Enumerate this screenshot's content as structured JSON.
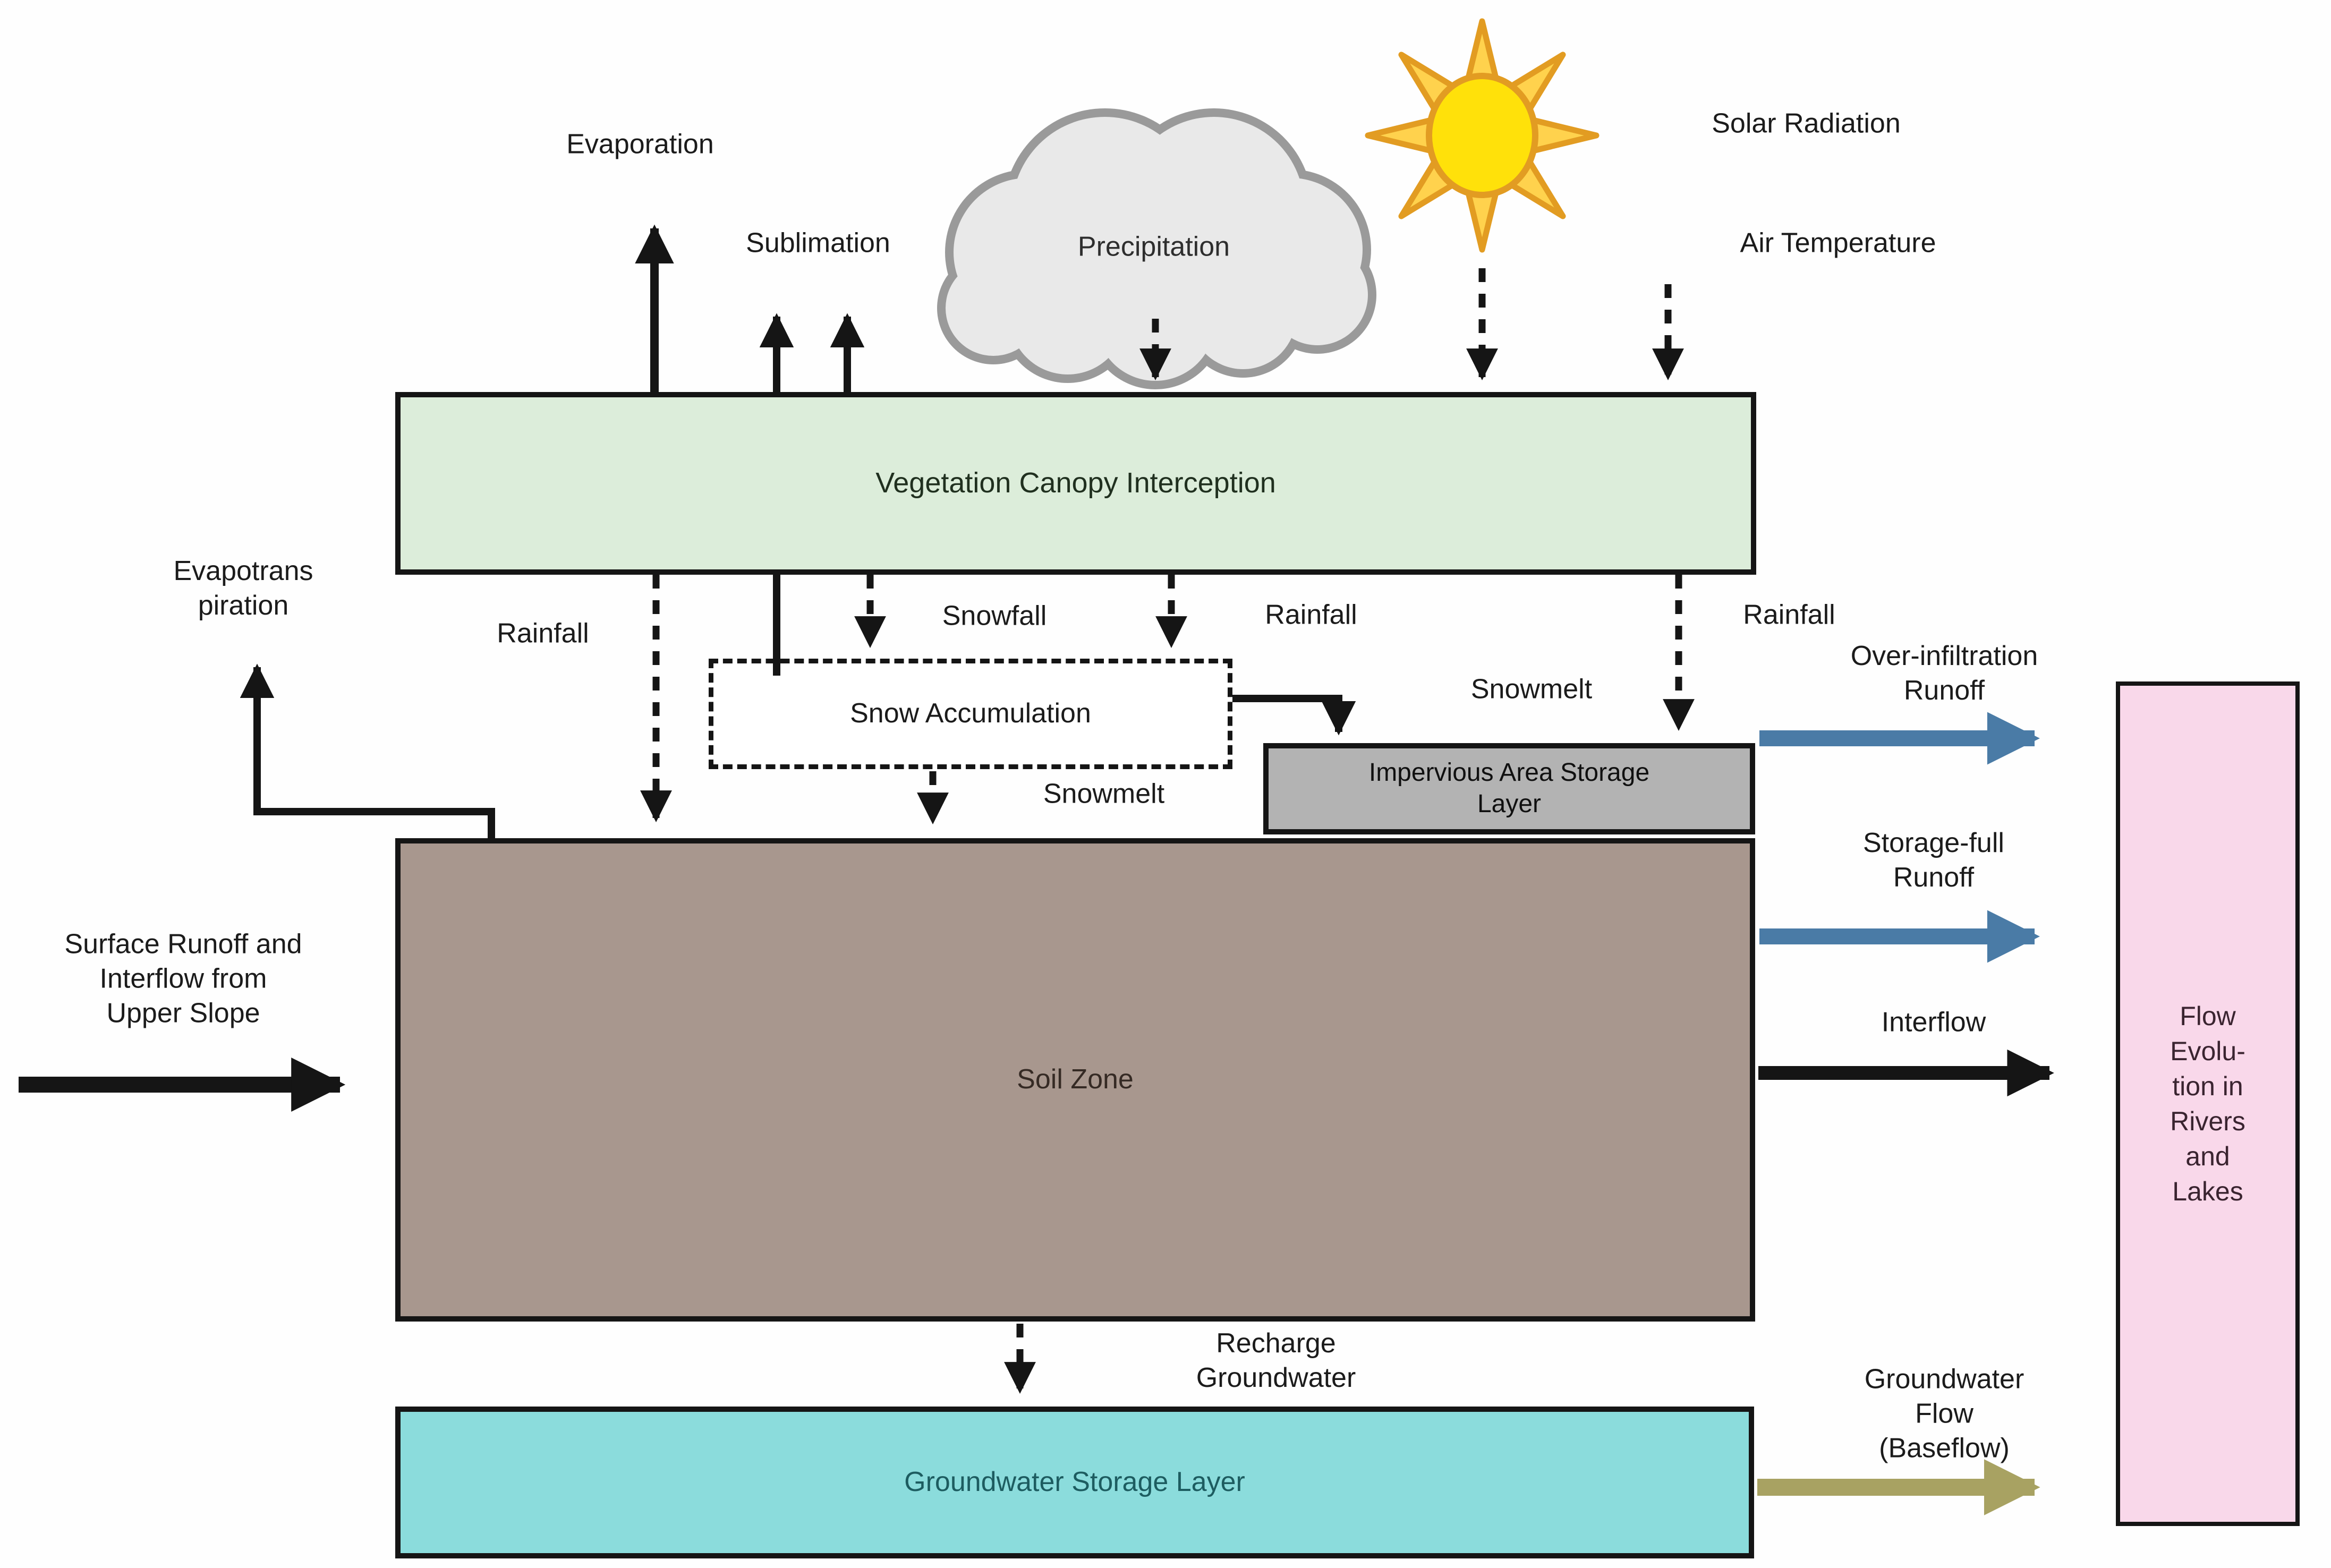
{
  "title": "Hydrological model structure diagram",
  "nodes": {
    "vegetation": {
      "label": "Vegetation Canopy Interception",
      "fill": "#dcedda"
    },
    "snow": {
      "label": "Snow Accumulation",
      "fill": "#ffffff"
    },
    "impervious": {
      "label": "Impervious Area Storage\nLayer",
      "fill": "#b3b3b3"
    },
    "soil": {
      "label": "Soil Zone",
      "fill": "#a8978e"
    },
    "groundwater": {
      "label": "Groundwater Storage Layer",
      "fill": "#8bdcdc"
    },
    "river": {
      "label": "Flow\nEvolu-\ntion in\nRivers\nand\nLakes",
      "fill": "#f9d8ea"
    },
    "cloud": {
      "label": "Precipitation",
      "fill": "#e9e9e9",
      "stroke": "#9a9a9a"
    }
  },
  "labels": {
    "evaporation": "Evaporation",
    "sublimation": "Sublimation",
    "solar_radiation": "Solar Radiation",
    "air_temperature": "Air Temperature",
    "rainfall_left": "Rainfall",
    "snowfall": "Snowfall",
    "rainfall_mid": "Rainfall",
    "rainfall_right": "Rainfall",
    "snowmelt_upper": "Snowmelt",
    "snowmelt_lower": "Snowmelt",
    "evapotranspiration": "Evapotrans\npiration",
    "surface_runoff": "Surface Runoff and\nInterflow from\nUpper Slope",
    "over_infiltration": "Over-infiltration\nRunoff",
    "storage_full": "Storage-full\nRunoff",
    "interflow": "Interflow",
    "recharge": "Recharge\nGroundwater",
    "baseflow": "Groundwater\nFlow\n(Baseflow)"
  },
  "colors": {
    "arrow_black": "#151515",
    "arrow_blue": "#4a7ba6",
    "arrow_olive": "#a8a262",
    "sun_disc": "#ffe10a",
    "sun_ray": "#ffd24d",
    "sun_outline": "#e29c22",
    "cloud_outline": "#9a9a9a",
    "cloud_fill": "#e9e9e9"
  }
}
